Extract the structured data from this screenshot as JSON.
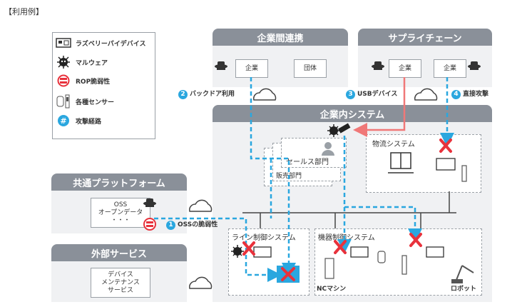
{
  "page_title": "【利用例】",
  "legend": {
    "items": [
      {
        "label": "ラズベリーパイデバイス",
        "icon": "raspberry-pi-icon"
      },
      {
        "label": "マルウェア",
        "icon": "malware-icon"
      },
      {
        "label": "ROP脆弱性",
        "icon": "rop-vulnerability-icon"
      },
      {
        "label": "各種センサー",
        "icon": "sensor-icon"
      },
      {
        "label": "攻撃経路",
        "icon": "attack-path-icon"
      }
    ]
  },
  "sections": {
    "enterprise_collab": "企業間連携",
    "supply_chain": "サプライチェーン",
    "internal_system": "企業内システム",
    "common_platform": "共通プラットフォーム",
    "external_service": "外部サービス"
  },
  "boxes": {
    "company1": "企業",
    "organization": "団体",
    "company2": "企業",
    "company3": "企業",
    "oss_line1": "OSS",
    "oss_line2": "オープンデータ",
    "oss_dots": "・・・",
    "device_line1": "デバイス",
    "device_line2": "メンテナンス",
    "device_line3": "サービス",
    "sales_dept": "セールス部門",
    "retail_dept": "販売部門",
    "logistics_system": "物流システム",
    "line_control": "ライン制御システム",
    "machine_control": "機器制御システム",
    "nc_machine": "NCマシン",
    "robot": "ロボット"
  },
  "attack_paths": [
    {
      "number": "1",
      "label": "OSSの脆弱性"
    },
    {
      "number": "2",
      "label": "バックドア利用"
    },
    {
      "number": "3",
      "label": "USBデバイス"
    },
    {
      "number": "4",
      "label": "直接攻撃"
    }
  ],
  "colors": {
    "header": "#8a9099",
    "attack": "#2aa7df",
    "usb": "#f07878",
    "danger": "#e8323c"
  }
}
